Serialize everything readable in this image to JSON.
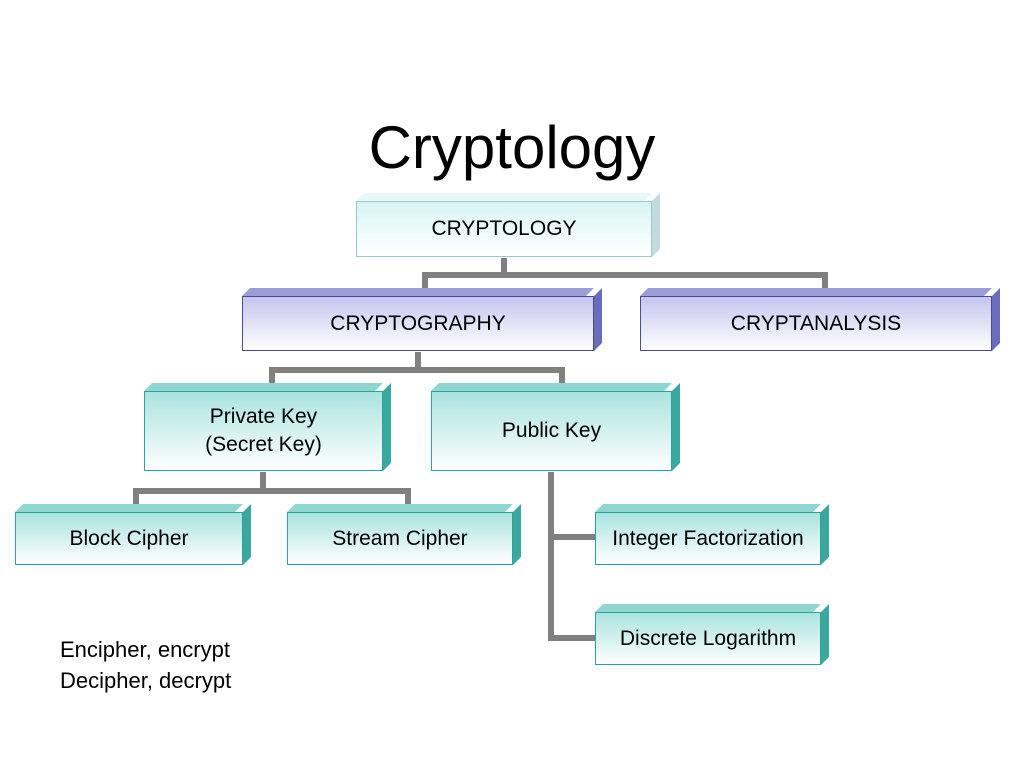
{
  "title": "Cryptology",
  "nodes": {
    "cryptology": "CRYPTOLOGY",
    "cryptography": "CRYPTOGRAPHY",
    "cryptanalysis": "CRYPTANALYSIS",
    "private_key_line1": "Private Key",
    "private_key_line2": "(Secret Key)",
    "public_key": "Public Key",
    "block_cipher": "Block Cipher",
    "stream_cipher": "Stream Cipher",
    "integer_factorization": "Integer Factorization",
    "discrete_logarithm": "Discrete Logarithm"
  },
  "notes": {
    "line1": "Encipher, encrypt",
    "line2": "Decipher, decrypt"
  },
  "colors": {
    "connector": "#808080",
    "light_fill": "#d9f4f4",
    "lavender_fill": "#c4c4ee",
    "teal_fill": "#a9e3df"
  }
}
